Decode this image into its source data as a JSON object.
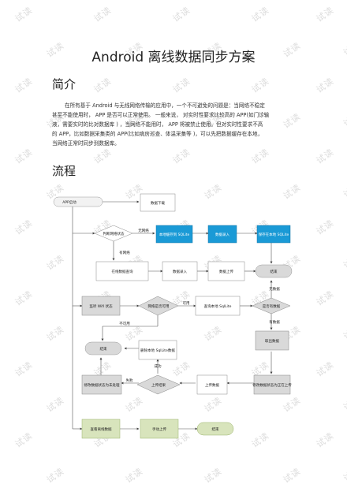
{
  "doc_title": "Android 离线数据同步方案",
  "sections": {
    "intro_heading": "简介",
    "flow_heading": "流程"
  },
  "intro_lines": [
    "在所有基于   Android 与无线网络传输的应用中，一个不可避免的问题是：当网络不稳定",
    "甚至不能使用时，   APP 是否可以正常使用。   一般来说，  对实时性要求比较高的      APP(如门诊输",
    "液，需要实时的比对数据库        ) ，当网络不能用时，       APP 将被禁止使用。但对实时性要求不高",
    "的  APP，比如数据采集类的       APP(比如病房巡查、体温采集等      )，可以先把数据缓存在本地，",
    "当网络正常时同步到数据库。"
  ],
  "flow": {
    "app_start": "APP启动",
    "data_download": "数据下载",
    "check_network": "判断网络状态",
    "no_network": "无网络",
    "has_network": "有网络",
    "local_sqlite": "本地缓存到 SQLite",
    "data_entry_blue": "数据录入",
    "save_local_sqlite": "保存在本地 SQLite",
    "online_query": "在线数据查询",
    "data_entry": "数据录入",
    "data_upload": "数据上传",
    "end1": "结束",
    "no_data": "无数据",
    "monitor_wifi": "监听 Wifi 状态",
    "network_available": "网络是否可用",
    "available": "可用",
    "unavailable": "不可用",
    "query_local": "查询本地  SqlLite",
    "has_data": "是否有数据",
    "has_data_label": "有数据",
    "end2": "结束",
    "delete_local": "删除本地  SqlLite数据",
    "fetch_data": "取出数据",
    "success": "成功",
    "modify_status": "修改数据状态为未处理",
    "fail": "失败",
    "upload_result": "上传结果",
    "upload_data": "上传数据",
    "modify_uploading": "修改数据状态为正在上传",
    "view_offline": "查看离线数据",
    "manual_upload": "手动上传",
    "end3": "结束"
  },
  "watermark": "试读",
  "colors": {
    "blue": "#1a9ad6",
    "green": "#d8e4bc",
    "gray": "#d9d9d9",
    "line": "#6b9a3a"
  }
}
